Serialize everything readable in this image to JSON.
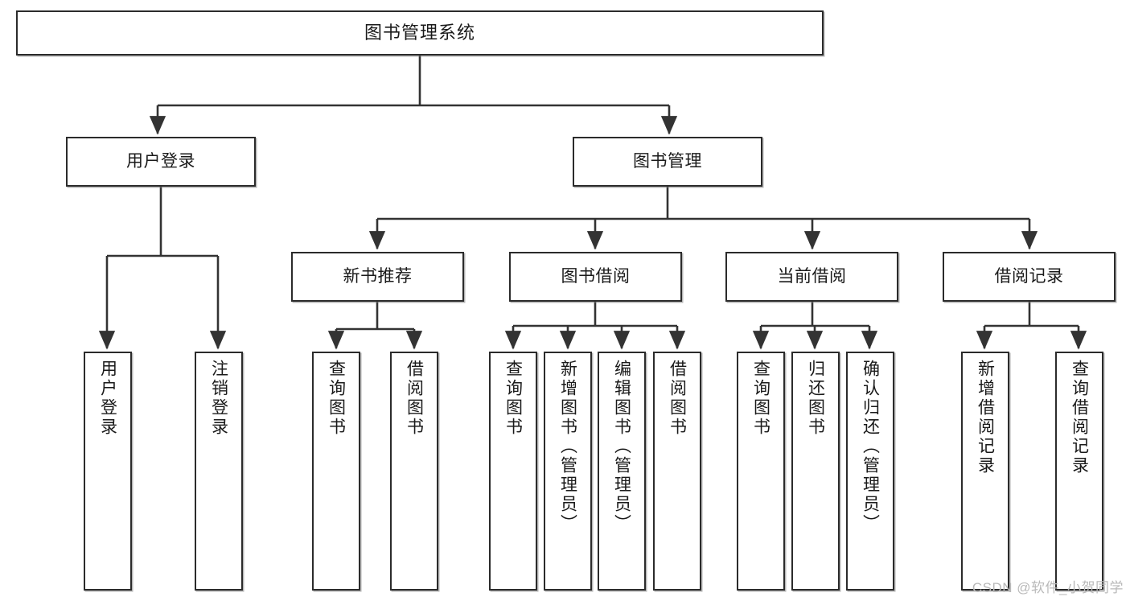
{
  "diagram": {
    "type": "tree",
    "title": "图书管理系统",
    "orientation": "top-down",
    "colors": {
      "box_border": "#2b2b2b",
      "box_fill": "#ffffff",
      "edge": "#333333",
      "text": "#1a1a1a",
      "watermark": "#b9b9b9",
      "background": "#ffffff"
    }
  },
  "nodes": {
    "root": {
      "label": "图书管理系统"
    },
    "level2": [
      {
        "label": "用户登录"
      },
      {
        "label": "图书管理"
      }
    ],
    "level3": [
      {
        "label": "新书推荐"
      },
      {
        "label": "图书借阅"
      },
      {
        "label": "当前借阅"
      },
      {
        "label": "借阅记录"
      }
    ],
    "leaves": {
      "user_login": [
        {
          "label": "用户登录"
        },
        {
          "label": "注销登录"
        }
      ],
      "new_book_recommend": [
        {
          "label": "查询图书"
        },
        {
          "label": "借阅图书"
        }
      ],
      "book_borrow": [
        {
          "label": "查询图书"
        },
        {
          "label": "新增图书（管理员）"
        },
        {
          "label": "编辑图书（管理员）"
        },
        {
          "label": "借阅图书"
        }
      ],
      "current_borrow": [
        {
          "label": "查询图书"
        },
        {
          "label": "归还图书"
        },
        {
          "label": "确认归还（管理员）"
        }
      ],
      "borrow_records": [
        {
          "label": "新增借阅记录"
        },
        {
          "label": "查询借阅记录"
        }
      ]
    }
  },
  "watermark": {
    "text": "CSDN @软件_小贺同学"
  }
}
